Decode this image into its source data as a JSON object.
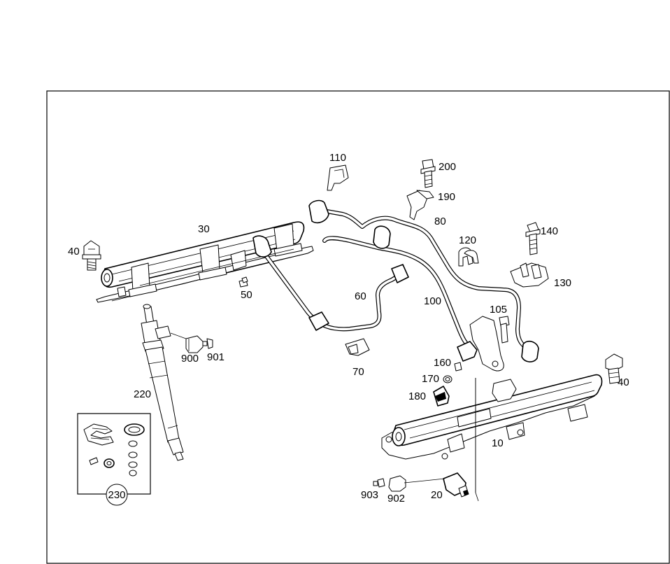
{
  "labels": {
    "l10": "10",
    "l20": "20",
    "l30": "30",
    "l40a": "40",
    "l40b": "40",
    "l50": "50",
    "l60": "60",
    "l70": "70",
    "l80": "80",
    "l100": "100",
    "l105": "105",
    "l110": "110",
    "l120": "120",
    "l130": "130",
    "l140": "140",
    "l160": "160",
    "l170": "170",
    "l180": "180",
    "l190": "190",
    "l200": "200",
    "l220": "220",
    "l230": "230",
    "l900": "900",
    "l901": "901",
    "l902": "902",
    "l903": "903"
  }
}
